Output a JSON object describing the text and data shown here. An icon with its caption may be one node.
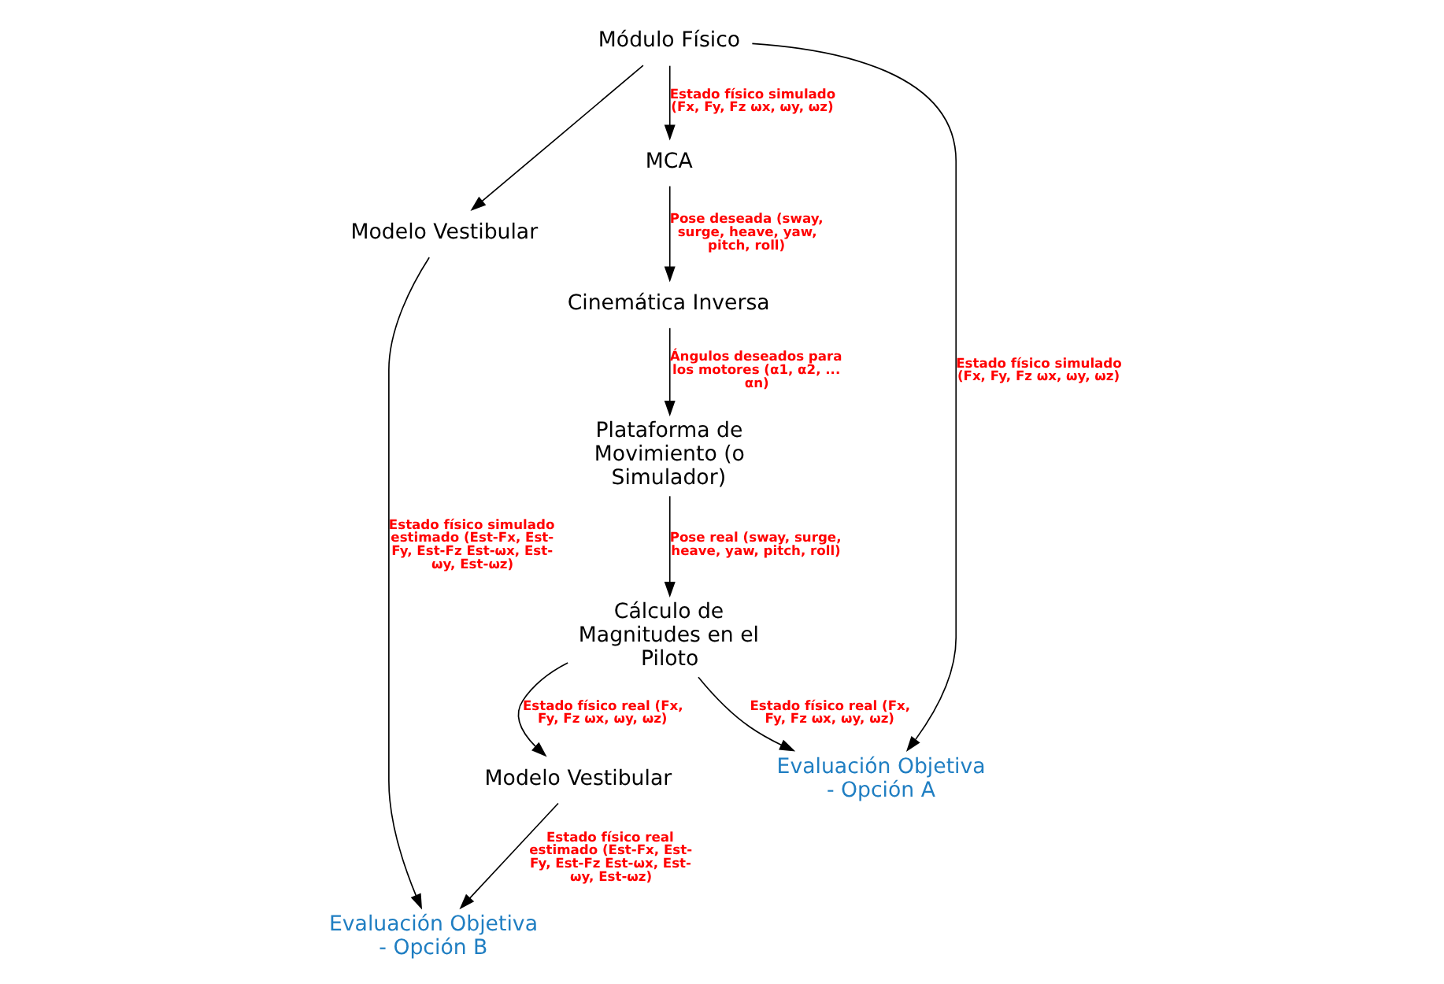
{
  "diagram": {
    "nodes": [
      {
        "text": [
          "Módulo Físico"
        ]
      },
      {
        "text": [
          "MCA"
        ]
      },
      {
        "text": [
          "Cinemática Inversa"
        ]
      },
      {
        "text": [
          "Plataforma de Movimiento (o Simulador)"
        ]
      },
      {
        "text": [
          "Modelo Vestibular"
        ]
      },
      {
        "text": [
          "Cálculo de Magnitudes en el Piloto"
        ]
      },
      {
        "text": [
          "Evaluación Objetiva - Opción B"
        ]
      },
      {
        "text": [
          "Modelo Vestibular"
        ]
      },
      {
        "text": [
          "Evaluación Objetiva - Opción A"
        ]
      }
    ],
    "edges": [
      {
        "from": 0,
        "to": 1,
        "arrow": "to",
        "label": "Estado físico simulado (Fx, Fy, Fz ωx, ωy, ωz)"
      },
      {
        "from": 0,
        "to": 4,
        "arrow": "to"
      },
      {
        "from": 0,
        "to": 8,
        "arrow": "to",
        "label": "Estado físico simulado (Fx, Fy, Fz ωx, ωy, ωz)"
      },
      {
        "from": 1,
        "to": 2,
        "arrow": "to",
        "label": "Pose deseada (sway, surge, heave, yaw, pitch, roll)"
      },
      {
        "from": 2,
        "to": 3,
        "arrow": "to",
        "label": "Ángulos deseados para los motores (α1, α2, ... αn)"
      },
      {
        "from": 3,
        "to": 5,
        "arrow": "to",
        "label": "Pose real (sway, surge, heave, yaw, pitch, roll)"
      },
      {
        "from": 4,
        "to": 6,
        "arrow": "to",
        "label": "Estado físico simulado estimado (Est-Fx, Est-Fy, Est-Fz Est-ωx, Est-ωy, Est-ωz)"
      },
      {
        "from": 5,
        "to": 7,
        "arrow": "to",
        "label": "Estado físico real (Fx, Fy, Fz ωx, ωy, ωz)"
      },
      {
        "from": 5,
        "to": 8,
        "arrow": "to",
        "label": "Estado físico real (Fx, Fy, Fz ωx, ωy, ωz)"
      },
      {
        "from": 7,
        "to": 6,
        "arrow": "to",
        "label": "Estado físico real estimado (Est-Fx, Est-Fy, Est-Fz Est-ωx, Est-ωy, Est-ωz)"
      }
    ]
  }
}
